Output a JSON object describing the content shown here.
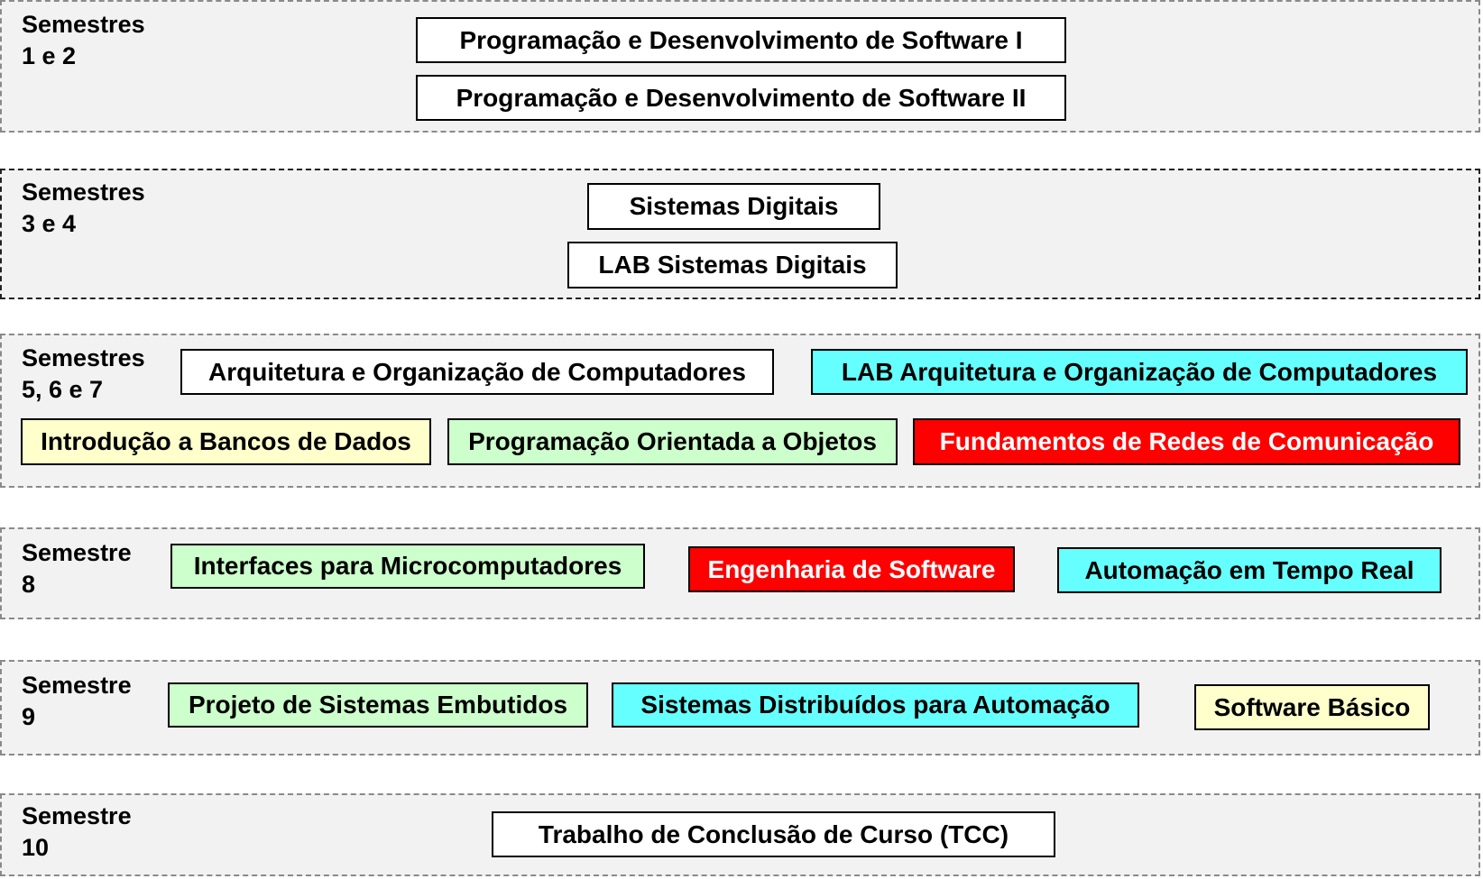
{
  "colors": {
    "white": "#FFFFFF",
    "yellow": "#FFFFCC",
    "green": "#CCFFCC",
    "cyan": "#66FFFF",
    "red": "#FF0000",
    "panel": "#F2F2F2"
  },
  "groups": [
    {
      "label": "Semestres\n1 e 2",
      "courses": [
        "Programação e Desenvolvimento de Software  I",
        "Programação e Desenvolvimento de Software  II"
      ]
    },
    {
      "label": "Semestres\n3 e 4",
      "courses": [
        "Sistemas Digitais",
        "LAB  Sistemas Digitais"
      ]
    },
    {
      "label": "Semestres\n5, 6 e 7",
      "courses": [
        "Arquitetura e Organização de Computadores",
        "LAB Arquitetura e Organização de Computadores",
        "Introdução a Bancos de Dados",
        "Programação Orientada a Objetos",
        "Fundamentos de Redes de Comunicação"
      ]
    },
    {
      "label": "Semestre\n8",
      "courses": [
        "Interfaces para Microcomputadores",
        "Engenharia de Software",
        "Automação em Tempo Real"
      ]
    },
    {
      "label": "Semestre\n9",
      "courses": [
        "Projeto de Sistemas Embutidos",
        "Sistemas Distribuídos para Automação",
        "Software Básico"
      ]
    },
    {
      "label": "Semestre\n10",
      "courses": [
        "Trabalho de Conclusão de Curso (TCC)"
      ]
    }
  ]
}
